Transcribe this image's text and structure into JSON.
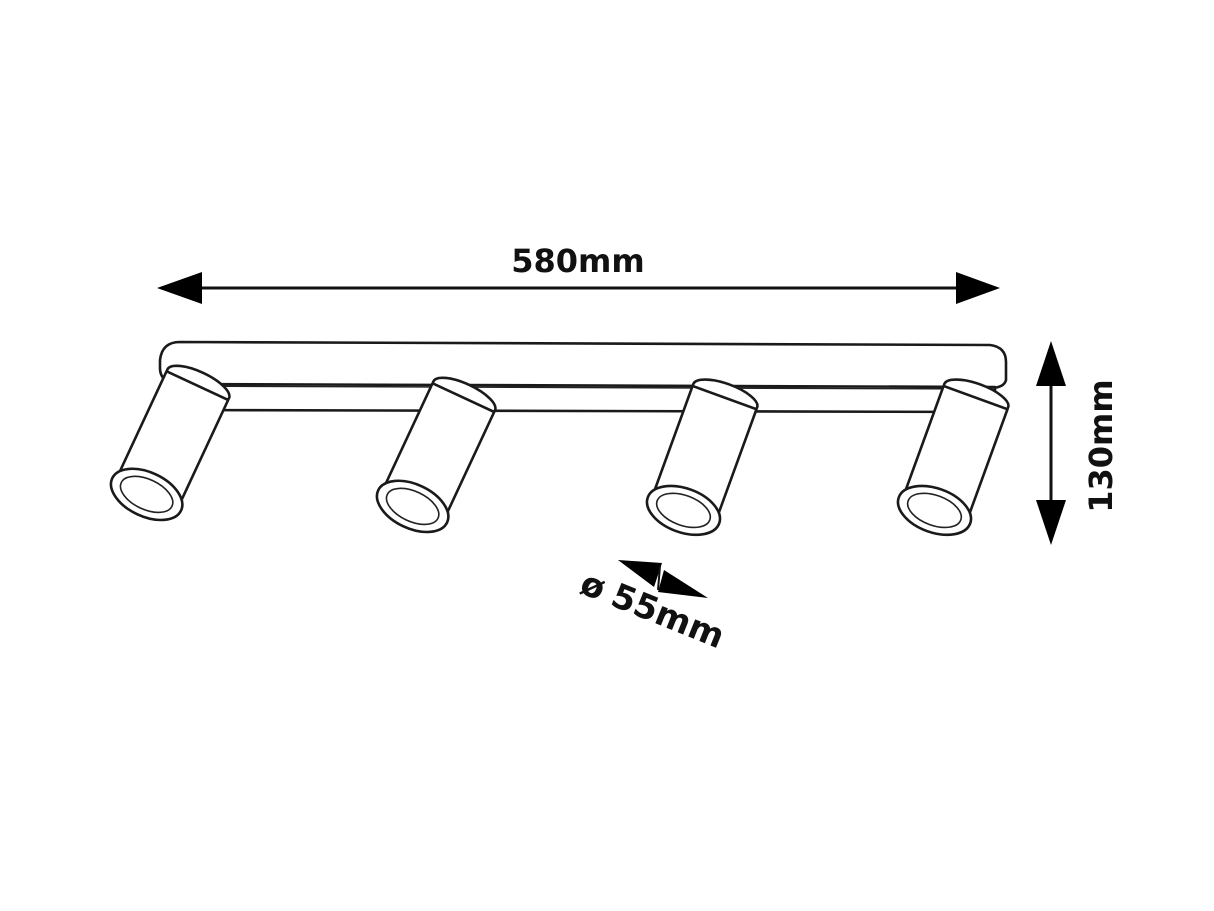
{
  "diagram": {
    "subject": "4-spot ceiling light fixture",
    "spot_count": 4,
    "dimensions": {
      "width": {
        "label": "580mm",
        "value": 580,
        "unit": "mm",
        "orientation": "horizontal"
      },
      "height": {
        "label": "130mm",
        "value": 130,
        "unit": "mm",
        "orientation": "vertical"
      },
      "diameter": {
        "symbol": "ø",
        "label": "55mm",
        "value": 55,
        "unit": "mm",
        "orientation": "diagonal"
      }
    },
    "colors": {
      "line": "#1a1a1a",
      "background": "#ffffff"
    }
  }
}
